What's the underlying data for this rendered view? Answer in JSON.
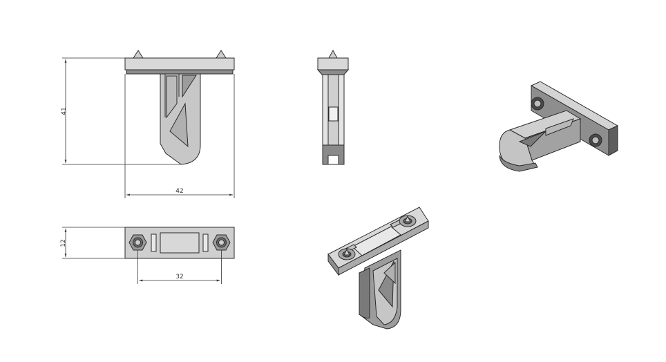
{
  "drawing": {
    "views": [
      "front-view",
      "side-view",
      "top-view",
      "iso-view-top",
      "iso-view-bottom"
    ],
    "dimensions": {
      "height": "41",
      "width": "42",
      "thickness": "12",
      "hole_spacing": "32"
    },
    "colors": {
      "line": "#2a2a2a",
      "face_light": "#d2d2d2",
      "face_mid": "#a8a8a8",
      "face_dark": "#6e6e6e",
      "face_darkest": "#4a4a4a"
    }
  }
}
